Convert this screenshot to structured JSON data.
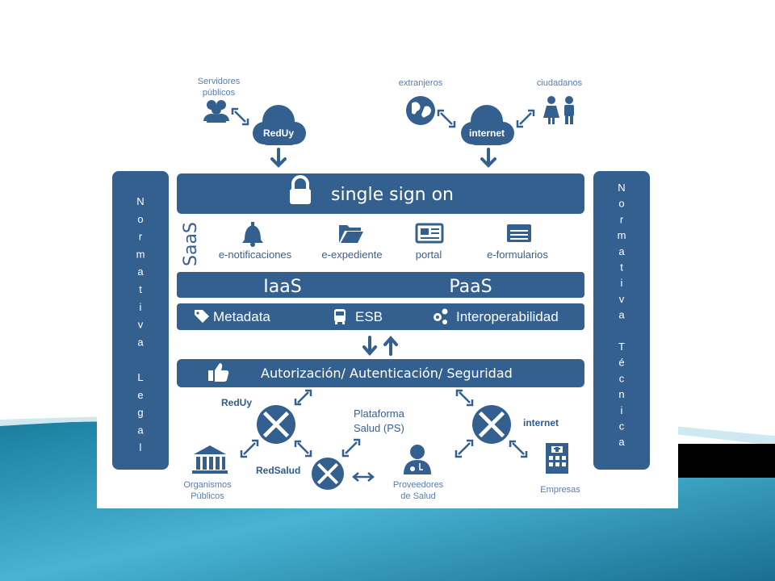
{
  "top": {
    "servidores_line1": "Servidores",
    "servidores_line2": "públicos",
    "reduy_cloud": "RedUy",
    "extranjeros": "extranjeros",
    "ciudadanos": "ciudadanos",
    "internet_cloud": "internet"
  },
  "side_left": {
    "letters": [
      "N",
      "o",
      "r",
      "m",
      "a",
      "t",
      "i",
      "v",
      "a",
      "",
      "L",
      "e",
      "g",
      "a",
      "l"
    ]
  },
  "side_right": {
    "letters": [
      "N",
      "o",
      "r",
      "m",
      "a",
      "t",
      "i",
      "v",
      "a",
      "",
      "T",
      "é",
      "c",
      "n",
      "i",
      "c",
      "a"
    ]
  },
  "sso": {
    "label": "single sign on"
  },
  "saas": {
    "label": "SaaS",
    "services": [
      "e-notificaciones",
      "e-expediente",
      "portal",
      "e-formularios"
    ]
  },
  "infra": {
    "iaas": "IaaS",
    "paas": "PaaS"
  },
  "middleware": {
    "metadata": "Metadata",
    "esb": "ESB",
    "interop": "Interoperabilidad"
  },
  "auth": {
    "label": "Autorización/ Autenticación/ Seguridad"
  },
  "bottom": {
    "reduy": "RedUy",
    "plataforma_line1": "Plataforma",
    "plataforma_line2": "Salud (PS)",
    "internet": "internet",
    "redsalud": "RedSalud",
    "organismos_line1": "Organismos",
    "organismos_line2": "Públicos",
    "proveedores_line1": "Proveedores",
    "proveedores_line2": "de Salud",
    "empresas": "Empresas"
  },
  "colors": {
    "primary": "#34608f",
    "text_blue": "#3a5f8e",
    "light_text": "#5b7da8",
    "slide_teal": "#2a8fb0"
  }
}
